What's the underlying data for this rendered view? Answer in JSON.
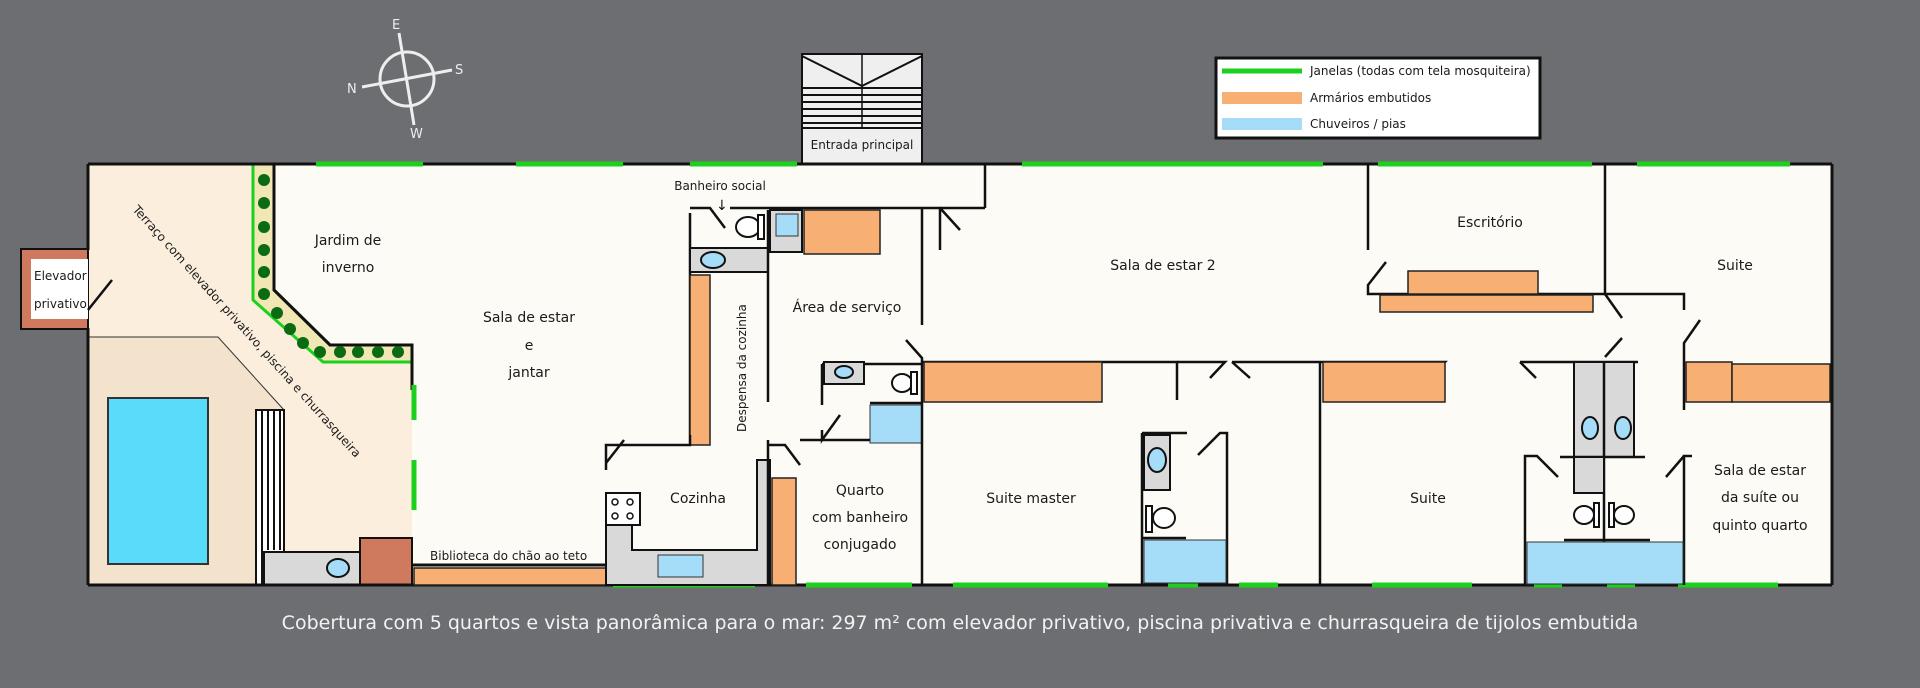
{
  "compass": {
    "north": "N",
    "south": "S",
    "east": "E",
    "west": "W"
  },
  "entrance": {
    "label": "Entrada principal"
  },
  "legend": {
    "items": [
      {
        "key": "windows",
        "label": "Janelas (todas com tela mosquiteira)",
        "color": "#1ed01e"
      },
      {
        "key": "closets",
        "label": "Armários embutidos",
        "color": "#f8af74"
      },
      {
        "key": "water",
        "label": "Chuveiros / pias",
        "color": "#a5dcf7"
      }
    ]
  },
  "rooms": {
    "elevator": [
      "Elevador",
      "privativo"
    ],
    "terrace": "Terraço com elevador privativo, piscina e churrasqueira",
    "winter_garden": [
      "Jardim de",
      "inverno"
    ],
    "living_dining": [
      "Sala de estar",
      "e",
      "jantar"
    ],
    "guest_bath": "Banheiro social",
    "pantry": "Despensa da cozinha",
    "service_area": "Área de serviço",
    "kitchen": "Cozinha",
    "library": "Biblioteca do chão ao teto",
    "room_with_bath": [
      "Quarto",
      "com banheiro",
      "conjugado"
    ],
    "living_room_2": "Sala de estar 2",
    "master_suite": "Suite master",
    "office": "Escritório",
    "suite_middle": "Suite",
    "suite_right": "Suite",
    "suite_living": [
      "Sala de estar",
      "da suíte ou",
      "quinto quarto"
    ]
  },
  "colors": {
    "background": "#6d6e72",
    "floor": "#fdfbf6",
    "terrace_floor": "#fbeedd",
    "pool": "#58dcf9",
    "bbq_brick": "#cf7a5e",
    "plants": "#0a6b12",
    "planter": "#f1e7b4"
  },
  "caption": "Cobertura com 5 quartos e vista panorâmica para o mar: 297 m² com elevador privativo, piscina privativa e churrasqueira de tijolos embutida"
}
